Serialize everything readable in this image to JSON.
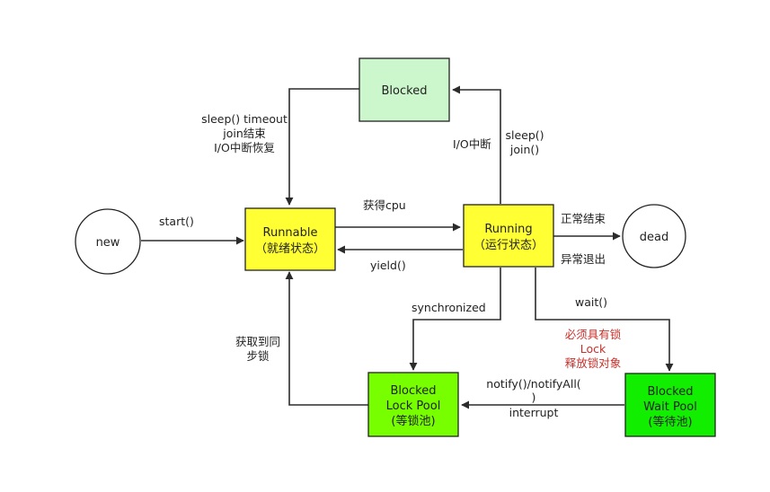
{
  "diagram": {
    "nodes": {
      "new": {
        "label": "new"
      },
      "runnable": {
        "line1": "Runnable",
        "line2": "（就绪状态）"
      },
      "running": {
        "line1": "Running",
        "line2": "（运行状态）"
      },
      "blocked": {
        "label": "Blocked"
      },
      "dead": {
        "label": "dead"
      },
      "lock_pool": {
        "line1": "Blocked",
        "line2": "Lock Pool",
        "line3": "(等锁池)"
      },
      "wait_pool": {
        "line1": "Blocked",
        "line2": "Wait Pool",
        "line3": "(等待池)"
      }
    },
    "edges": {
      "start": "start()",
      "get_cpu": "获得cpu",
      "yield": "yield()",
      "normal_end": "正常结束",
      "abnormal_exit": "异常退出",
      "blocked_return": [
        "sleep() timeout",
        "join结束",
        "I/O中断恢复"
      ],
      "io_interrupt": "I/O中断",
      "sleep_join": [
        "sleep()",
        "join()"
      ],
      "synchronized": "synchronized",
      "wait": "wait()",
      "wait_note": [
        "必须具有锁",
        "Lock",
        "释放锁对象"
      ],
      "notify": [
        "notify()/notifyAll(",
        ")",
        "interrupt"
      ],
      "acquire_lock": [
        "获取到同",
        "步锁"
      ]
    },
    "colors": {
      "blocked_fill": "#ccf7cc",
      "yellow_fill": "#ffff33",
      "lock_pool_fill": "#77ff00",
      "wait_pool_fill": "#11ee00",
      "note_red": "#c8302a"
    }
  }
}
